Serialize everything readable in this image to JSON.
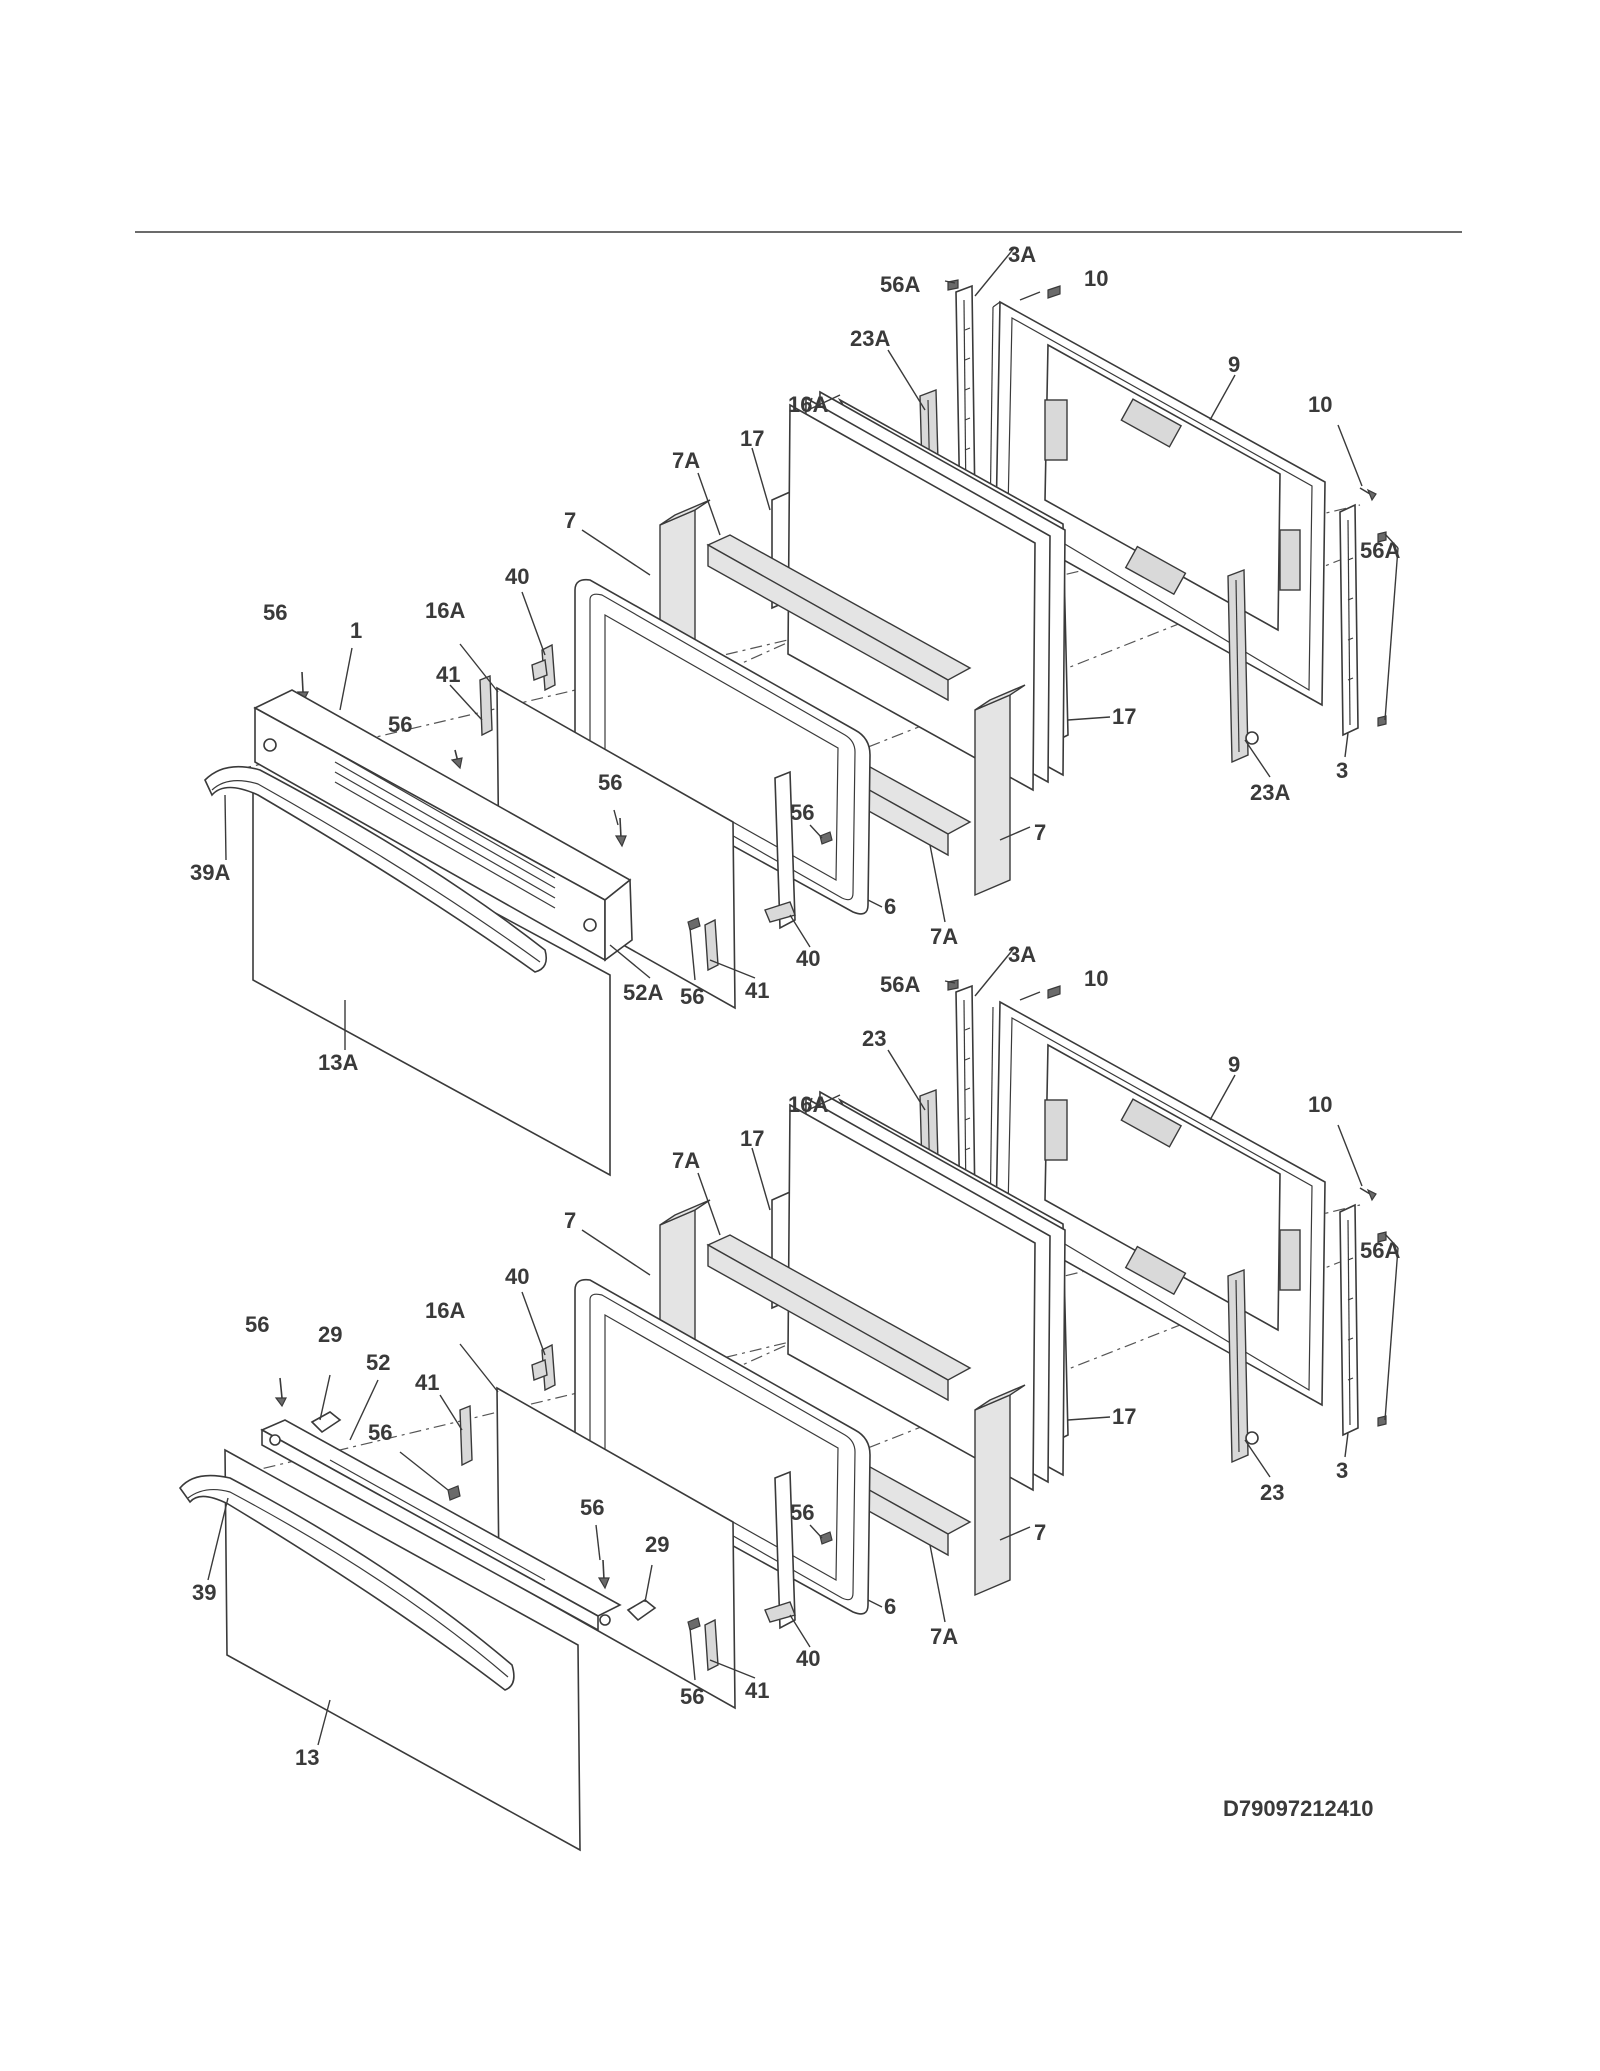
{
  "drawing_code": "D79097212410",
  "upper_door": {
    "callouts": {
      "c56a_top": "56A",
      "c3a": "3A",
      "c10_top": "10",
      "c23a_top": "23A",
      "c9": "9",
      "c10_right": "10",
      "c16a_back": "16A",
      "c7a_top": "7A",
      "c17_top": "17",
      "c7_top": "7",
      "c40_top": "40",
      "c16a_front": "16A",
      "c56_top": "56",
      "c1": "1",
      "c41_top": "41",
      "c56_mid": "56",
      "c56a_right": "56A",
      "c17_right": "17",
      "c23a_bottom": "23A",
      "c3": "3",
      "c56_center": "56",
      "c56_small": "56",
      "c7_bottom": "7",
      "c39a": "39A",
      "c6": "6",
      "c40_bottom": "40",
      "c7a_bottom": "7A",
      "c52a": "52A",
      "c56_bottom": "56",
      "c41_bottom": "41",
      "c13a": "13A"
    }
  },
  "lower_door": {
    "callouts": {
      "c56a_top": "56A",
      "c3a": "3A",
      "c10_top": "10",
      "c23_top": "23",
      "c9": "9",
      "c10_right": "10",
      "c16a_back": "16A",
      "c7a_top": "7A",
      "c17_top": "17",
      "c7_top": "7",
      "c40_top": "40",
      "c16a_front": "16A",
      "c56_top": "56",
      "c29_top": "29",
      "c52": "52",
      "c41_top": "41",
      "c56_mid": "56",
      "c56a_right": "56A",
      "c17_right": "17",
      "c23_bottom": "23",
      "c3": "3",
      "c56_center": "56",
      "c29_right": "29",
      "c56_small": "56",
      "c7_bottom": "7",
      "c39": "39",
      "c6": "6",
      "c40_bottom": "40",
      "c7a_bottom": "7A",
      "c56_bottom": "56",
      "c41_bottom": "41",
      "c13": "13"
    }
  }
}
